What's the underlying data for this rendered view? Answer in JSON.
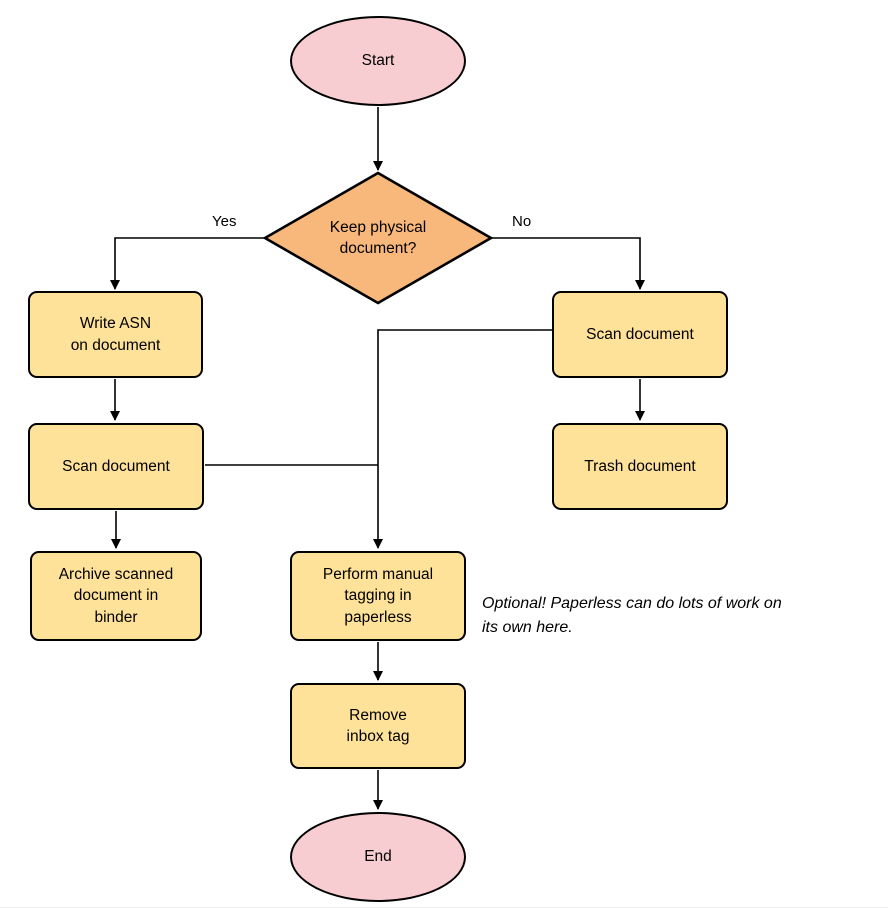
{
  "diagram": {
    "colors": {
      "terminal_fill": "#f7cdd1",
      "decision_fill": "#f8b87c",
      "process_fill": "#ffe299",
      "stroke": "#000000"
    },
    "nodes": {
      "start": {
        "label": "Start",
        "type": "terminal"
      },
      "decision": {
        "label": "Keep physical\ndocument?",
        "type": "decision"
      },
      "write_asn": {
        "label": "Write ASN\non document",
        "type": "process"
      },
      "scan_left": {
        "label": "Scan document",
        "type": "process"
      },
      "archive": {
        "label": "Archive scanned\ndocument in\nbinder",
        "type": "process"
      },
      "scan_right": {
        "label": "Scan document",
        "type": "process"
      },
      "trash": {
        "label": "Trash document",
        "type": "process"
      },
      "tagging": {
        "label": "Perform manual\ntagging in\npaperless",
        "type": "process"
      },
      "remove_inbox": {
        "label": "Remove\ninbox tag",
        "type": "process"
      },
      "end": {
        "label": "End",
        "type": "terminal"
      }
    },
    "edge_labels": {
      "yes": "Yes",
      "no": "No"
    },
    "annotation": "Optional! Paperless can do lots of work on\nits own here."
  }
}
